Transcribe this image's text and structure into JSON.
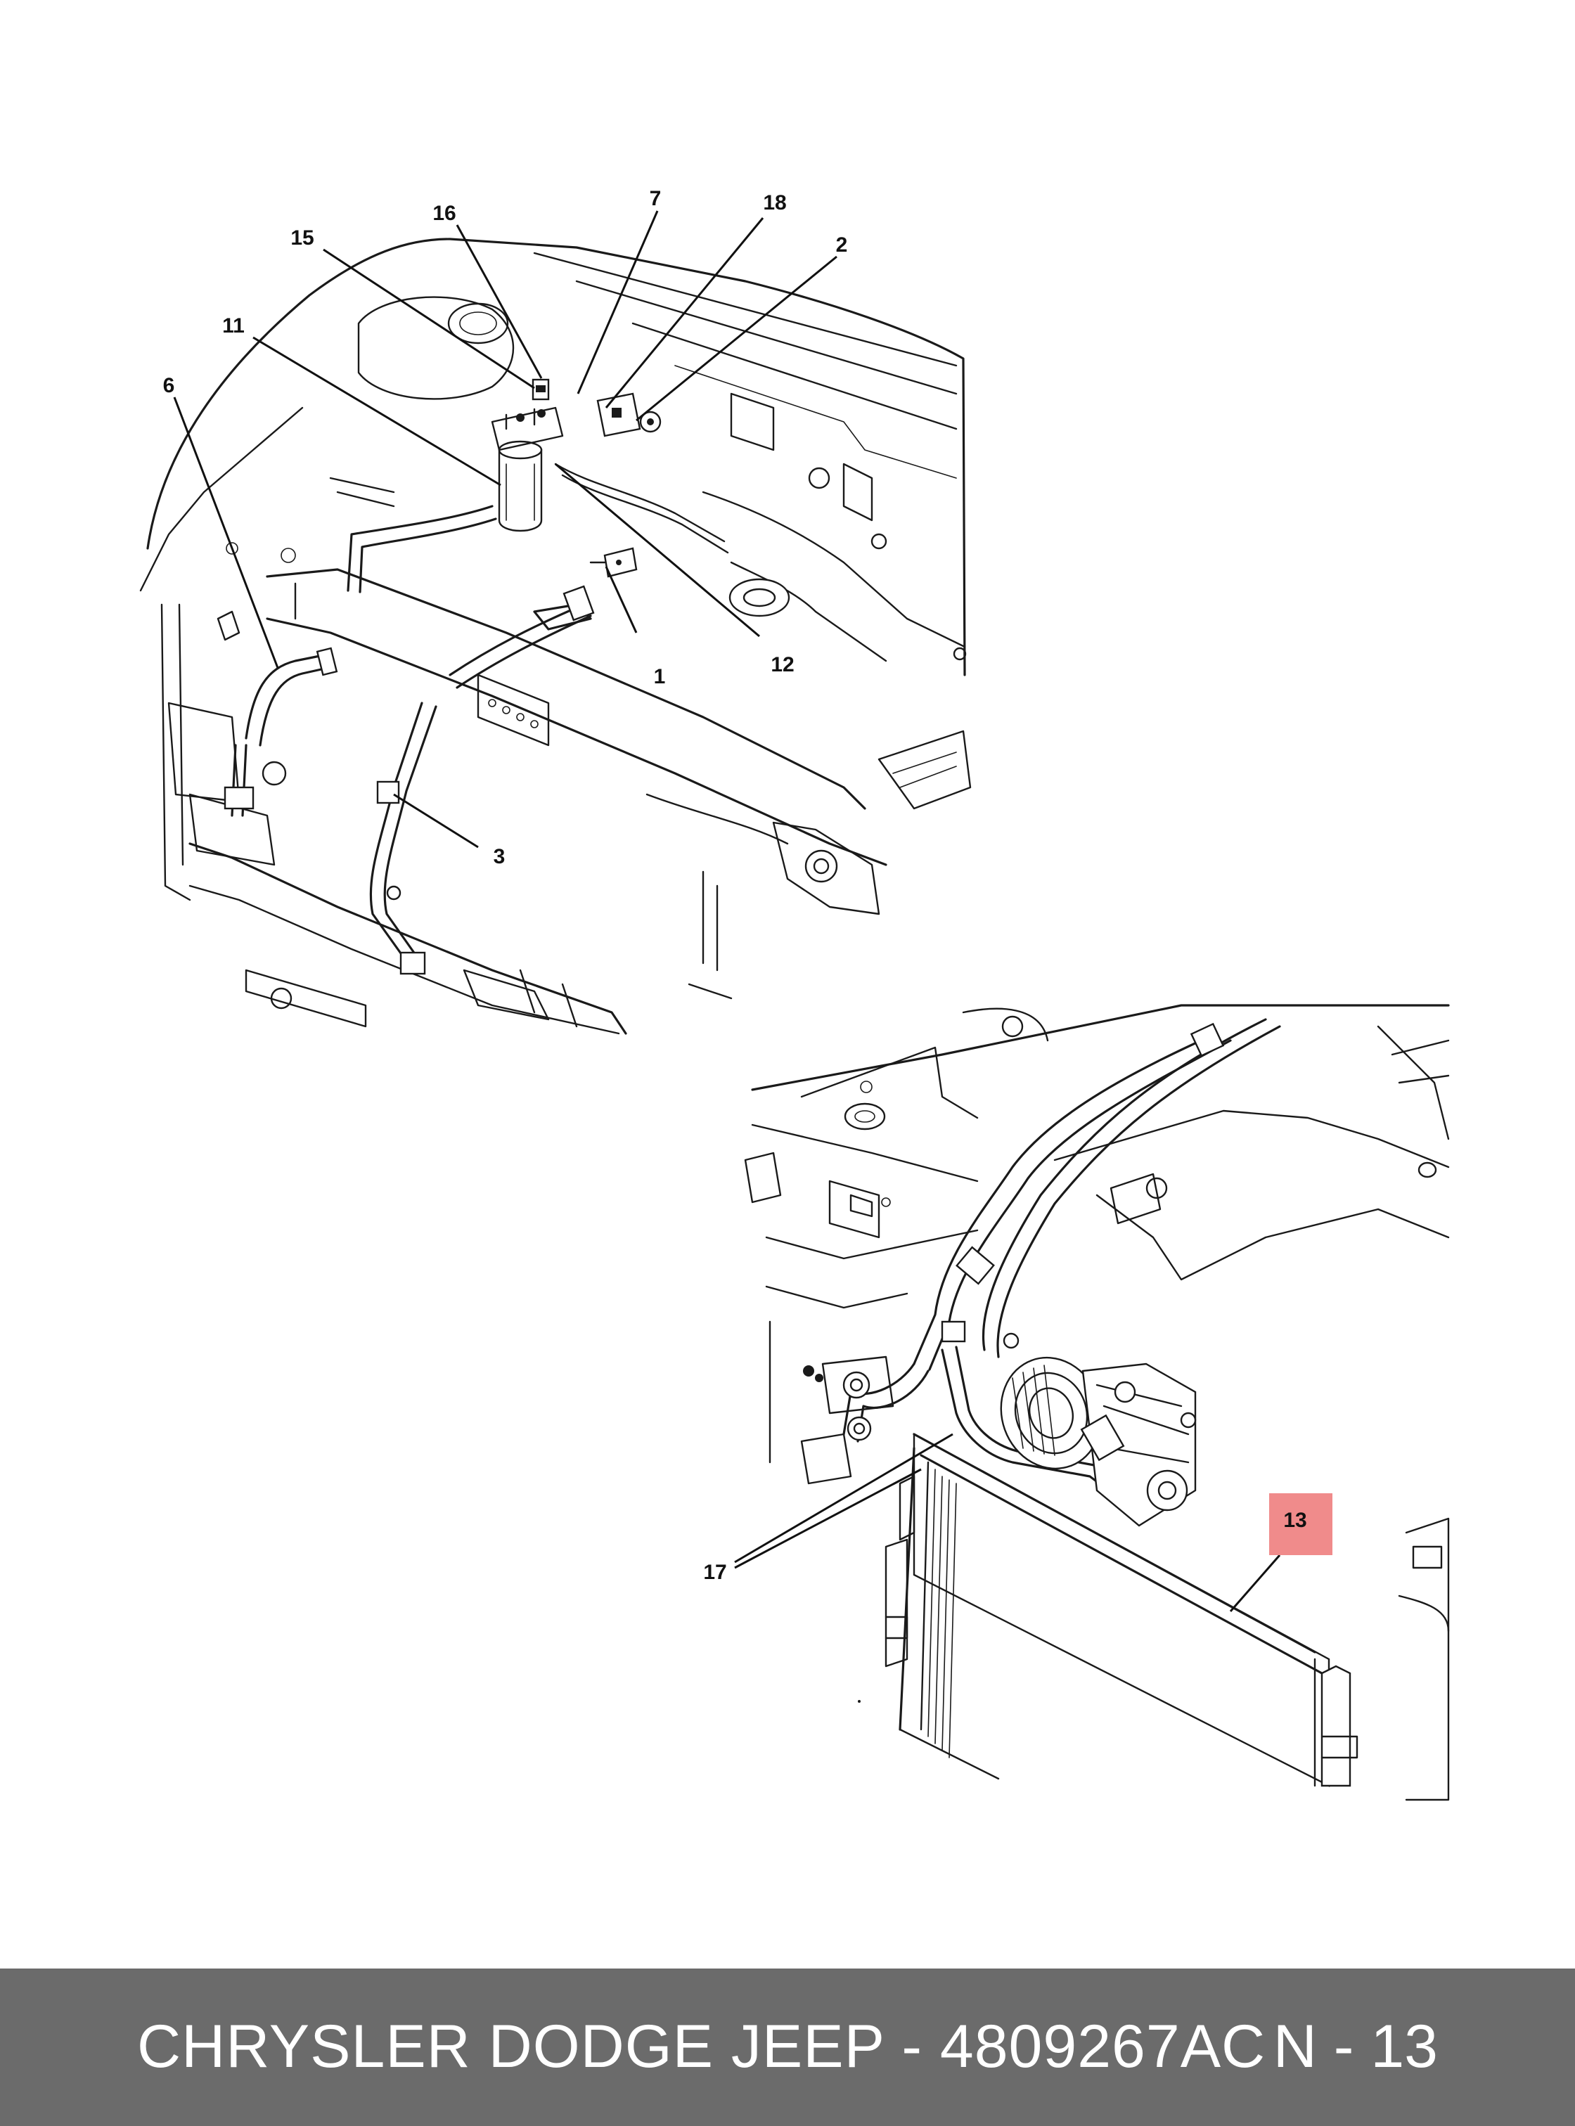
{
  "diagram": {
    "callouts": {
      "c1": "1",
      "c2": "2",
      "c3": "3",
      "c6": "6",
      "c7": "7",
      "c11": "11",
      "c12": "12",
      "c13": "13",
      "c15": "15",
      "c16": "16",
      "c17": "17",
      "c18": "18"
    },
    "highlight_color": "#f08b8b"
  },
  "footer": {
    "title": "CHRYSLER DODGE JEEP - 4809267AC",
    "code": "N - 13",
    "background": "#6b6b6b"
  }
}
